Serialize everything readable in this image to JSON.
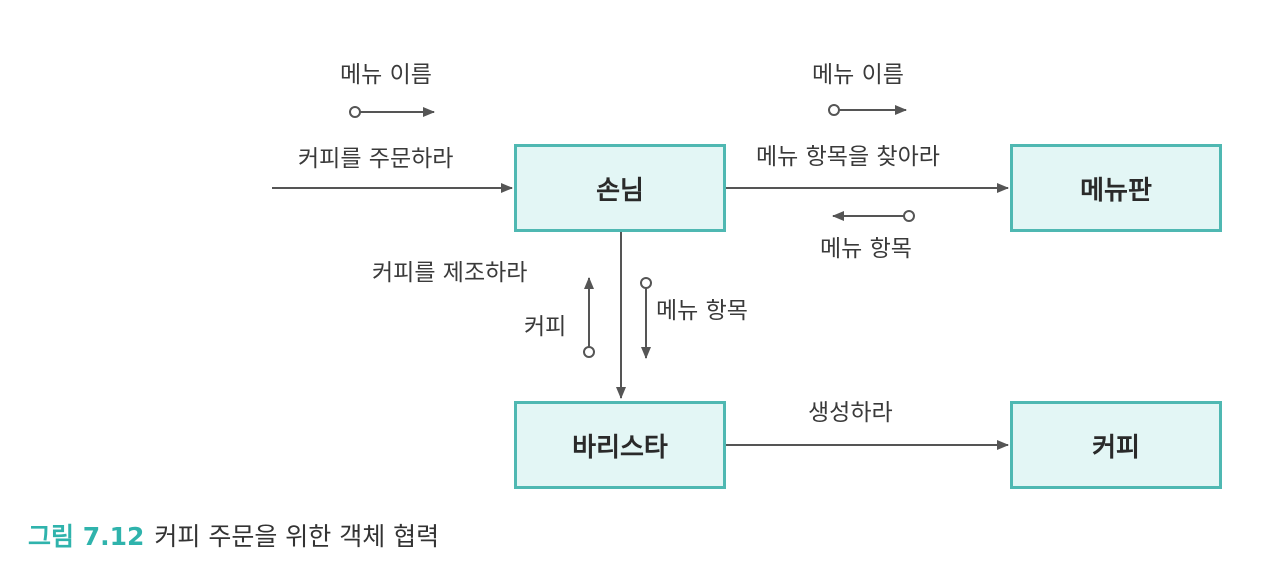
{
  "nodes": {
    "customer": "손님",
    "menu_board": "메뉴판",
    "barista": "바리스타",
    "coffee": "커피"
  },
  "messages": {
    "order_coffee": "커피를 주문하라",
    "menu_name_in": "메뉴 이름",
    "find_menu_item": "메뉴 항목을 찾아라",
    "menu_name_out": "메뉴 이름",
    "menu_item_return": "메뉴 항목",
    "make_coffee": "커피를 제조하라",
    "coffee_return": "커피",
    "menu_item_param": "메뉴 항목",
    "create": "생성하라"
  },
  "caption": {
    "number": "그림 7.12",
    "text": "커피 주문을 위한 객체 협력"
  },
  "colors": {
    "box_border": "#4fb8b2",
    "box_fill": "#e3f6f5",
    "arrow": "#555555",
    "caption_accent": "#2fb3ac"
  }
}
